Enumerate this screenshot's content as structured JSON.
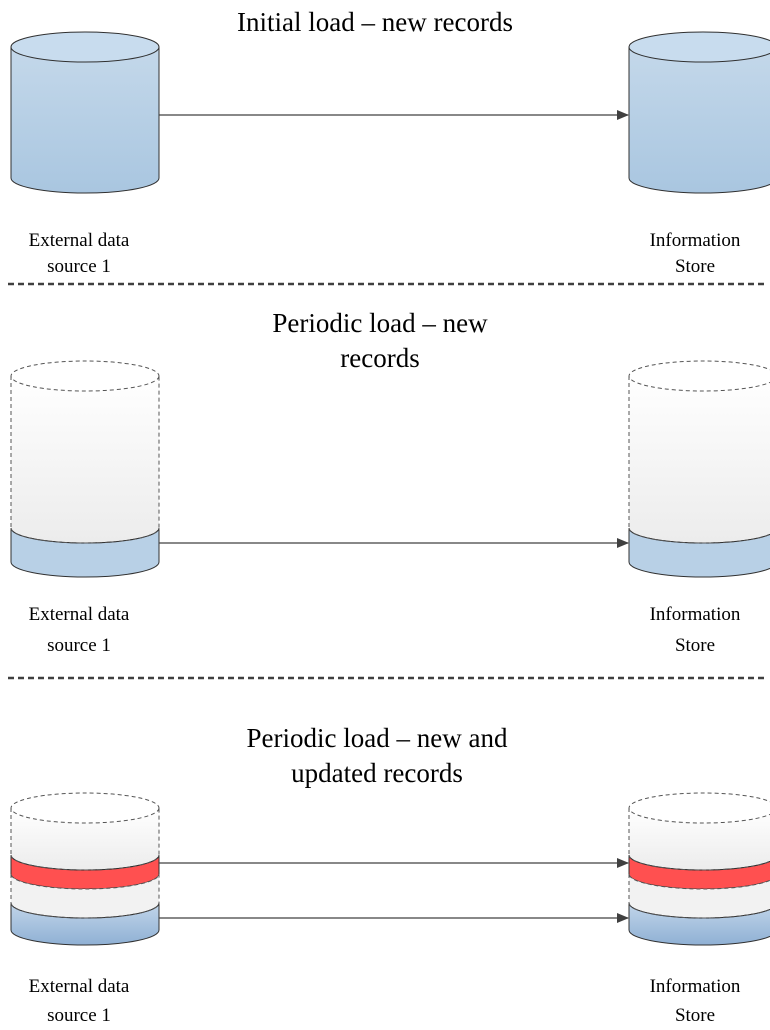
{
  "sections": [
    {
      "title_lines": [
        "Initial load – new records"
      ],
      "source": {
        "label_lines": [
          "External data",
          "source 1"
        ]
      },
      "target": {
        "label_lines": [
          "Information",
          "Store"
        ]
      }
    },
    {
      "title_lines": [
        "Periodic load – new",
        "records"
      ],
      "source": {
        "label_lines": [
          "External data",
          "source 1"
        ]
      },
      "target": {
        "label_lines": [
          "Information",
          "Store"
        ]
      }
    },
    {
      "title_lines": [
        "Periodic load – new and",
        "updated records"
      ],
      "source": {
        "label_lines": [
          "External data",
          "source 1"
        ]
      },
      "target": {
        "label_lines": [
          "Information",
          "Store"
        ]
      }
    }
  ],
  "colors": {
    "full_db_top": "#c4d8ea",
    "full_db_bottom": "#a9c6e0",
    "new_records": "#b8d0e6",
    "empty_top": "#ffffff",
    "empty_bottom": "#ececec",
    "updated_records": "#ff5050",
    "outline": "#303030",
    "divider": "#404040",
    "arrow": "#404040"
  }
}
